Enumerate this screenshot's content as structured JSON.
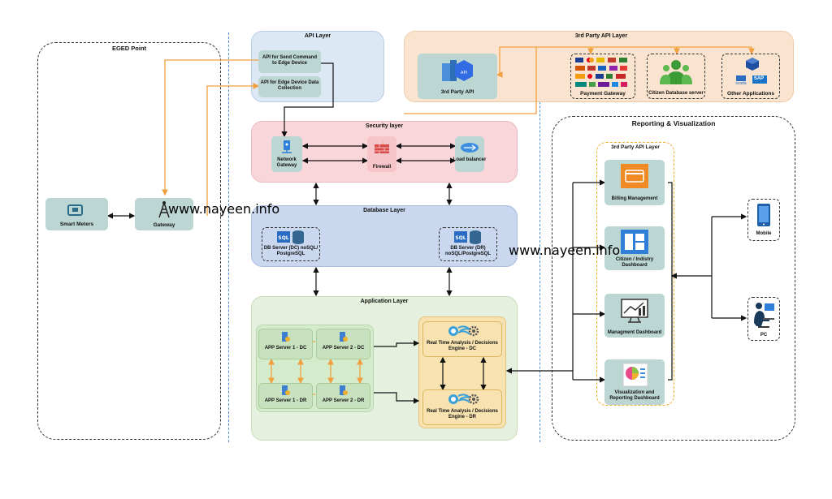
{
  "eged": {
    "title": "EGED Point",
    "smart_meters": "Smart Meters",
    "gateway": "Gateway"
  },
  "api_layer": {
    "title": "API Layer",
    "send_command": "API for Send Command to Edge Device",
    "data_collection": "API for Edge Device Data Collection"
  },
  "third_party": {
    "title": "3rd Party API Layer",
    "api_node": "3rd Party API",
    "payment": "Payment Gateway",
    "citizen_db": "Citizen Database server",
    "other": "Other Applications",
    "scada": "scada",
    "sap": "SAP"
  },
  "security": {
    "title": "Security layer",
    "network_gateway": "Network Gateway",
    "firewall": "Firewall",
    "load_balancer": "Load balancer"
  },
  "database": {
    "title": "Database Layer",
    "dc": "DB Server (DC) noSQL/ PostgreSQL",
    "dr": "DB Server (DR) noSQL/PostgreSQL"
  },
  "application": {
    "title": "Application Layer",
    "app1_dc": "APP Server 1 - DC",
    "app2_dc": "APP Server 2 - DC",
    "app1_dr": "APP Server 1 - DR",
    "app2_dr": "APP Server 2 - DR",
    "engine_dc": "Real Time Analysis / Decisions Engine - DC",
    "engine_dr": "Real Time Analysis / Decisions Engine - DR"
  },
  "reporting": {
    "title": "Reporting & Visualization",
    "inner_title": "3rd Party API Layer",
    "billing": "Billing Management",
    "citizen_dash": "Citizen / Indistry Dashboard",
    "mgmt_dash": "Managment Dashboard",
    "viz_dash": "Visualization and Reporting Dashboard",
    "mobile": "Mobile",
    "pc": "PC"
  },
  "watermarks": [
    "www.nayeen.info",
    "www.nayeen.info"
  ],
  "colors": {
    "api": "#dde8f5",
    "third_party": "#fbe4cf",
    "security": "#f9d6d9",
    "database": "#c9d7ef",
    "application": "#e6f0df",
    "app_group": "#d4ebcc",
    "engine": "#f8e3b0",
    "node": "#bcd6d3",
    "orange_wire": "#f0a040"
  }
}
